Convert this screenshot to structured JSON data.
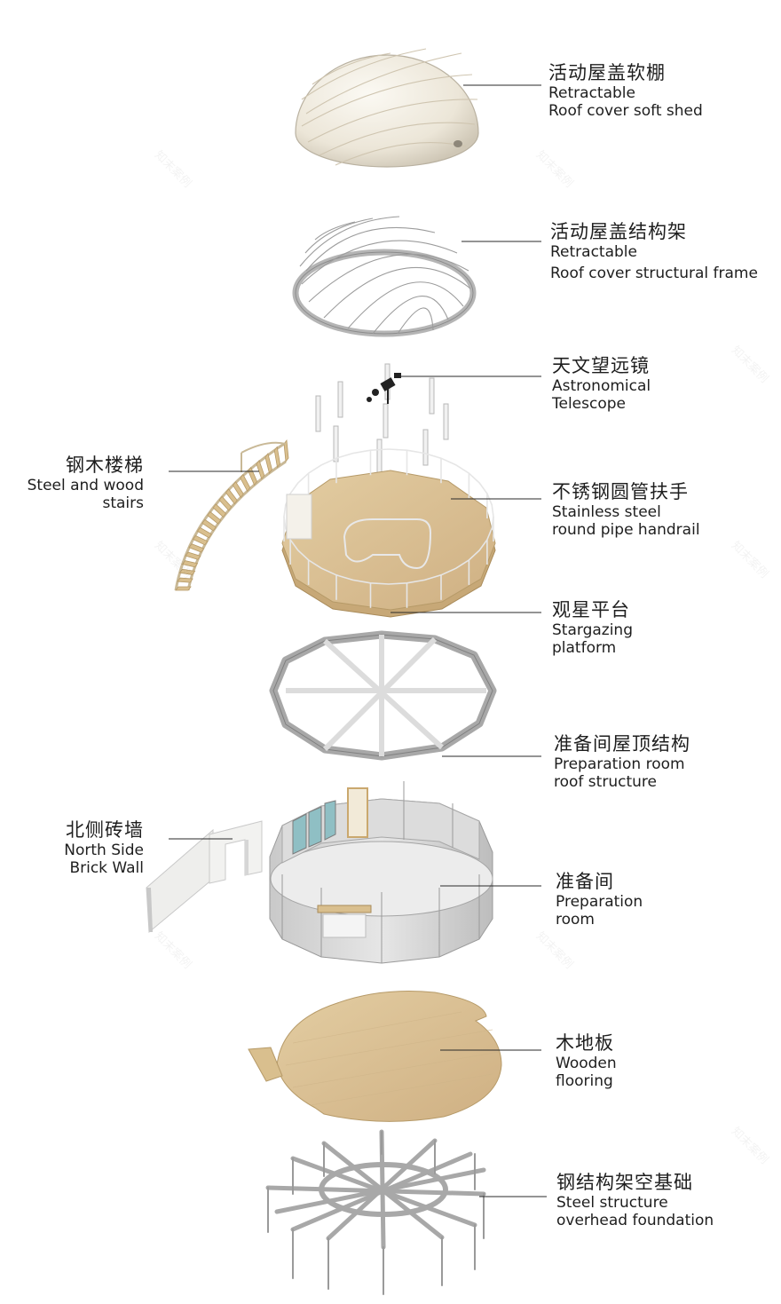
{
  "layers": [
    {
      "id": "roof-cover",
      "zh": "活动屋盖软棚",
      "en": [
        "Retractable",
        "Roof cover soft shed"
      ]
    },
    {
      "id": "roof-frame",
      "zh": "活动屋盖结构架",
      "en": [
        "Retractable",
        "Roof cover structural frame"
      ]
    },
    {
      "id": "telescope",
      "zh": "天文望远镜",
      "en": [
        "Astronomical",
        "Telescope"
      ]
    },
    {
      "id": "stairs",
      "zh": "钢木楼梯",
      "en": [
        "Steel and wood",
        "stairs"
      ]
    },
    {
      "id": "handrail",
      "zh": "不锈钢圆管扶手",
      "en": [
        "Stainless steel",
        "round pipe handrail"
      ]
    },
    {
      "id": "platform",
      "zh": "观星平台",
      "en": [
        "Stargazing",
        "platform"
      ]
    },
    {
      "id": "prep-roof",
      "zh": "准备间屋顶结构",
      "en": [
        "Preparation room",
        "roof structure"
      ]
    },
    {
      "id": "brick-wall",
      "zh": "北侧砖墙",
      "en": [
        "North Side",
        "Brick Wall"
      ]
    },
    {
      "id": "prep-room",
      "zh": "准备间",
      "en": [
        "Preparation",
        "room"
      ]
    },
    {
      "id": "flooring",
      "zh": "木地板",
      "en": [
        "Wooden",
        "flooring"
      ]
    },
    {
      "id": "foundation",
      "zh": "钢结构架空基础",
      "en": [
        "Steel structure",
        "overhead foundation"
      ]
    }
  ],
  "watermark": "知末案例",
  "colors": {
    "wood": "#d9bf8e",
    "wood_dark": "#c4a470",
    "steel": "#a8a8a8",
    "steel_light": "#cfcfcf",
    "canvas": "#f3efe6",
    "glass": "#8fbfc4",
    "line": "#2a2a2a"
  }
}
